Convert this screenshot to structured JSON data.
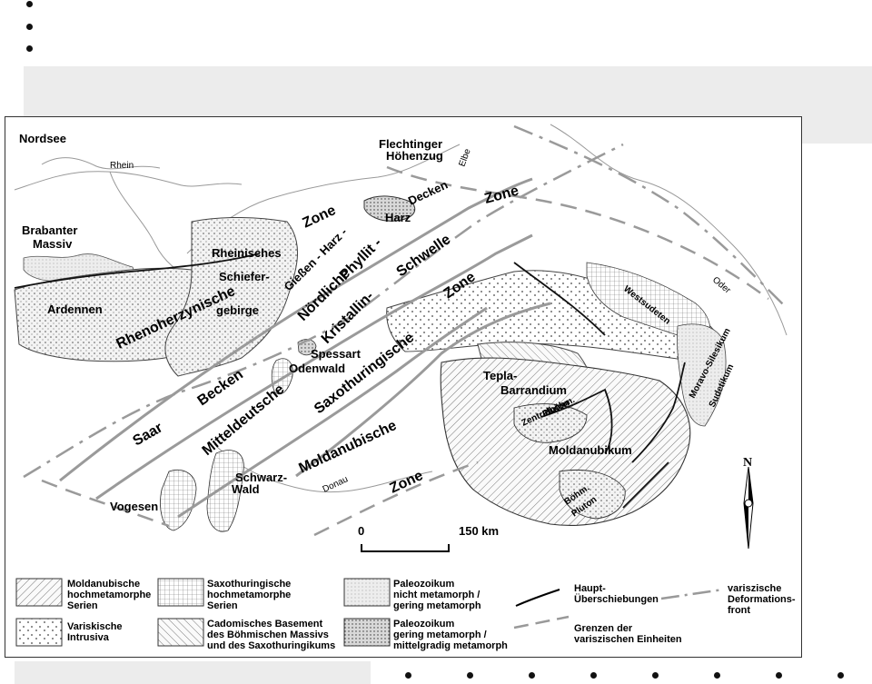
{
  "map": {
    "regions": {
      "nordsee": "Nordsee",
      "brabanter_1": "Brabanter",
      "brabanter_2": "Massiv",
      "ardennen": "Ardennen",
      "rheinisches": "Rheinisches",
      "schiefer": "Schiefer-",
      "gebirge": "gebirge",
      "flechtinger_1": "Flechtinger",
      "flechtinger_2": "Höhenzug",
      "harz": "Harz",
      "spessart": "Spessart",
      "odenwald": "Odenwald",
      "vogesen": "Vogesen",
      "schwarz_1": "Schwarz-",
      "schwarz_2": "Wald",
      "tepla_1": "Tepla-",
      "tepla_2": "Barrandium",
      "zentral_1": "Zentralböhm.",
      "zentral_2": "Pluton",
      "moldanubikum": "Moldanubikum",
      "boehm_1": "Böhm.",
      "boehm_2": "Pluton",
      "westsudeten": "Westsudeten",
      "moravo": "Moravo-Silesikum",
      "sudetikum": "Sudetikum"
    },
    "zones": {
      "rhenoherzynische": "Rhenoherzynische",
      "zone_rh": "Zone",
      "giessen": "Gießen - Harz -",
      "decken": "Decken",
      "noerdliche": "Nördliche",
      "phyllit": "Phyllit -",
      "zone_ph": "Zone",
      "kristallin": "Kristallin-",
      "schwelle": "Schwelle",
      "saar": "Saar",
      "becken": "Becken",
      "mitteldeutsche": "Mitteldeutsche",
      "saxothuringische": "Saxothuringische",
      "zone_sx": "Zone",
      "moldanubische": "Moldanubische",
      "zone_md": "Zone"
    },
    "rivers": {
      "rhein": "Rhein",
      "elbe": "Elbe",
      "donau": "Donau",
      "oder": "Oder"
    },
    "scale": {
      "start": "0",
      "end": "150 km"
    },
    "north": "N"
  },
  "legend": {
    "moldanubische_1": "Moldanubische",
    "moldanubische_2": "hochmetamorphe",
    "moldanubische_3": "Serien",
    "saxothuringische_1": "Saxothuringische",
    "saxothuringische_2": "hochmetamorphe",
    "saxothuringische_3": "Serien",
    "paleo1_1": "Paleozoikum",
    "paleo1_2": "nicht metamorph /",
    "paleo1_3": "gering metamorph",
    "haupt_1": "Haupt-",
    "haupt_2": "Überschiebungen",
    "variszische_1": "variszische",
    "variszische_2": "Deformations-",
    "variszische_3": "front",
    "variskische_1": "Variskische",
    "variskische_2": "Intrusiva",
    "cadomisches_1": "Cadomisches Basement",
    "cadomisches_2": "des Böhmischen Massivs",
    "cadomisches_3": "und des Saxothuringikums",
    "paleo2_1": "Paleozoikum",
    "paleo2_2": "gering metamorph /",
    "paleo2_3": "mittelgradig metamorph",
    "grenzen_1": "Grenzen der",
    "grenzen_2": "variszischen Einheiten"
  }
}
